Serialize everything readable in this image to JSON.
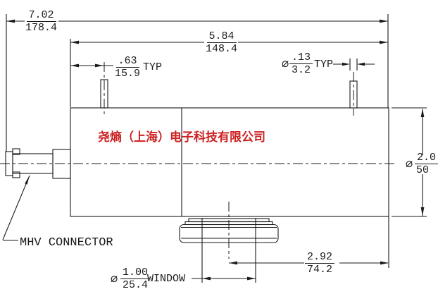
{
  "drawing": {
    "company_watermark": "尧熵（上海）电子科技有限公司",
    "watermark_color": "#cc2222",
    "labels": {
      "mhv_connector": "MHV CONNECTOR",
      "window": "WINDOW",
      "typ": "TYP",
      "diameter_symbol": "⌀"
    },
    "dimensions": {
      "overall_length": {
        "inches": "7.02",
        "mm": "178.4"
      },
      "body_length": {
        "inches": "5.84",
        "mm": "148.4"
      },
      "pin_offset": {
        "inches": ".63",
        "mm": "15.9",
        "suffix": "TYP"
      },
      "pin_diameter": {
        "inches": ".13",
        "mm": "3.2",
        "suffix": "TYP"
      },
      "body_diameter": {
        "inches": "2.0",
        "mm": "50"
      },
      "window_to_edge": {
        "inches": "2.92",
        "mm": "74.2"
      },
      "window_diameter": {
        "inches": "1.00",
        "mm": "25.4",
        "suffix": "WINDOW"
      }
    }
  }
}
